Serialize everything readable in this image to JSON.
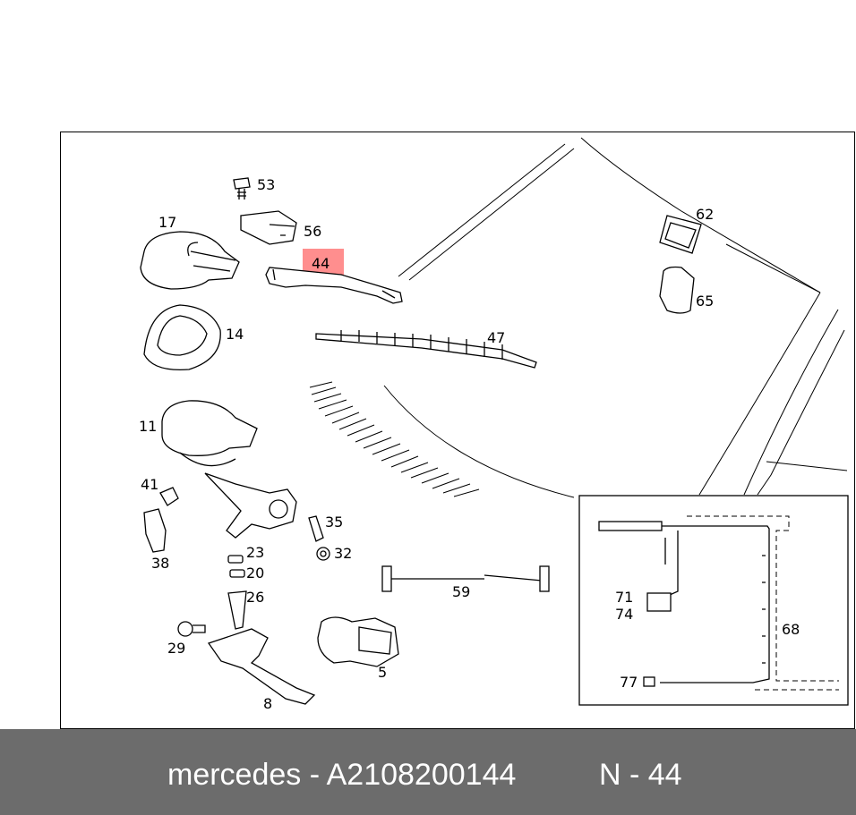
{
  "diagram": {
    "callouts": {
      "c53": "53",
      "c56": "56",
      "c17": "17",
      "c44": "44",
      "c14": "14",
      "c47": "47",
      "c62": "62",
      "c65": "65",
      "c11": "11",
      "c41": "41",
      "c38": "38",
      "c35": "35",
      "c32": "32",
      "c23": "23",
      "c20": "20",
      "c26": "26",
      "c29": "29",
      "c8": "8",
      "c5": "5",
      "c59": "59",
      "c71": "71",
      "c74": "74",
      "c68": "68",
      "c77": "77"
    },
    "highlighted_part": "44",
    "highlight_color": "#ff7a7a"
  },
  "footer": {
    "title": "mercedes - A2108200144",
    "ref": "N - 44",
    "background": "#6c6c6c"
  }
}
